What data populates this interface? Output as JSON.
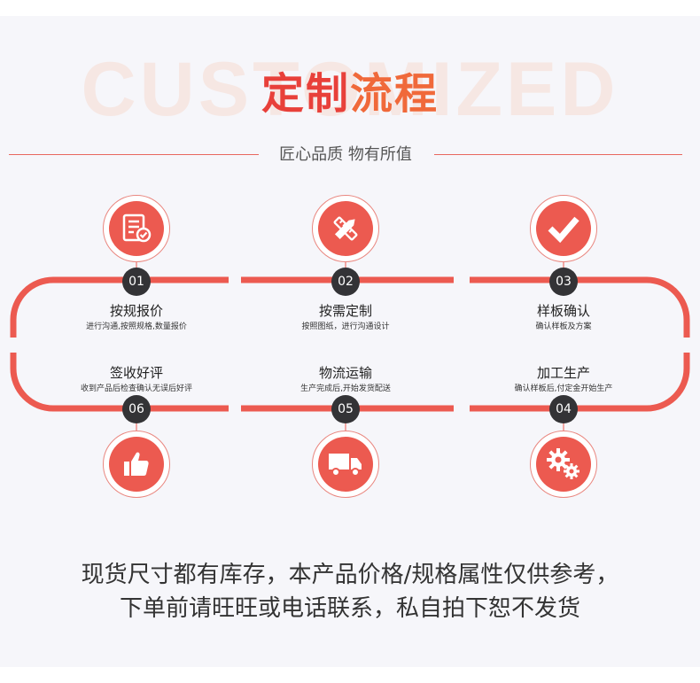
{
  "header": {
    "watermark": "CUSTOMIZED",
    "title_part1": "定制",
    "title_part2": "流程",
    "subtitle": "匠心品质 物有所值"
  },
  "steps": [
    {
      "num": "01",
      "title": "按规报价",
      "desc": "进行沟通,按照规格,数量报价",
      "icon": "quote-document-icon"
    },
    {
      "num": "02",
      "title": "按需定制",
      "desc": "按照图纸，进行沟通设计",
      "icon": "pencil-ruler-icon"
    },
    {
      "num": "03",
      "title": "样板确认",
      "desc": "确认样板及方案",
      "icon": "checkmark-icon"
    },
    {
      "num": "04",
      "title": "加工生产",
      "desc": "确认样板后,付定金开始生产",
      "icon": "gears-icon"
    },
    {
      "num": "05",
      "title": "物流运输",
      "desc": "生产完成后,开始发货配送",
      "icon": "delivery-truck-icon"
    },
    {
      "num": "06",
      "title": "签收好评",
      "desc": "收到产品后检查确认无误后好评",
      "icon": "thumbs-up-icon"
    }
  ],
  "colors": {
    "accent": "#ec5a50",
    "title_red": "#e8403a",
    "title_orange": "#f0693a",
    "badge": "#333336"
  },
  "notice": {
    "line1": "现货尺寸都有库存，本产品价格/规格属性仅供参考，",
    "line2": "下单前请旺旺或电话联系，私自拍下恕不发货"
  }
}
